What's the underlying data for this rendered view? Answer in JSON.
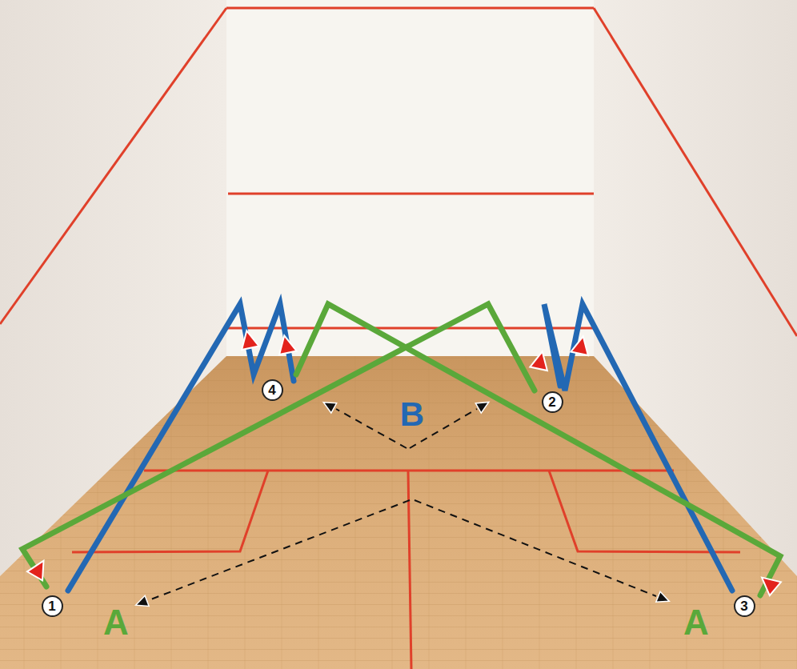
{
  "diagram": {
    "nodes": [
      {
        "text": [
          "1"
        ]
      },
      {
        "text": [
          "2"
        ]
      },
      {
        "text": [
          "3"
        ]
      },
      {
        "text": [
          "4"
        ]
      }
    ],
    "labels": [
      "B",
      "A",
      "A"
    ]
  }
}
